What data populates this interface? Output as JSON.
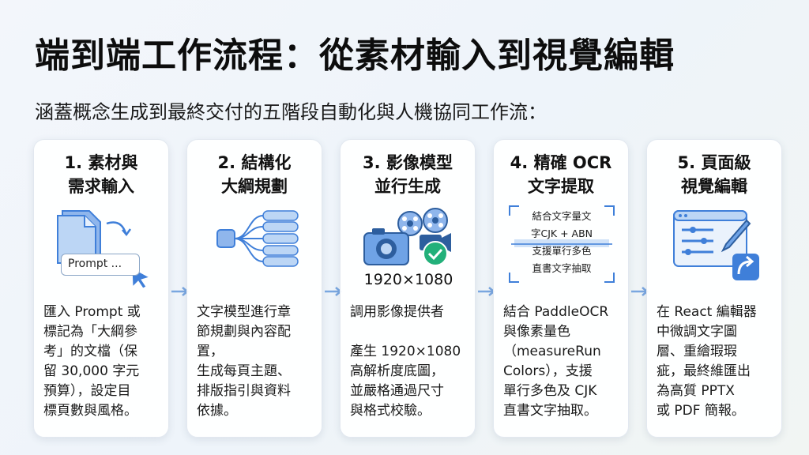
{
  "title": "端到端工作流程：從素材輸入到視覺編輯",
  "subtitle": "涵蓋概念生成到最終交付的五階段自動化與人機協同工作流：",
  "steps": [
    {
      "title_lines": [
        "1. 素材與",
        "需求輸入"
      ],
      "icon": "document-prompt-icon",
      "prompt_text": "Prompt ...",
      "body": "匯入 Prompt 或\n標記為「大綱參\n考」的文檔（保\n留  30,000 字元\n預算），設定目\n標頁數與風格。"
    },
    {
      "title_lines": [
        "2. 結構化",
        "大綱規劃"
      ],
      "icon": "outline-tree-icon",
      "body": "文字模型進行章\n節規劃與內容配\n置，\n生成每頁主題、\n排版指引與資料\n依據。"
    },
    {
      "title_lines": [
        "3. 影像模型",
        "並行生成"
      ],
      "icon": "camera-film-icon",
      "resolution": "1920×1080",
      "body": "調用影像提供者\n\n產生 1920×1080\n高解析度底圖，\n並嚴格通過尺寸\n與格式校驗。"
    },
    {
      "title_lines": [
        "4. 精確 OCR",
        "文字提取"
      ],
      "icon": "ocr-scan-icon",
      "ocr_lines": [
        "結合文字量文",
        "字CJK + ABN",
        "支援單行多色",
        "直書文字抽取"
      ],
      "body": "結合 PaddleOCR\n與像素量色\n（measureRun\nColors），支援\n單行多色及 CJK\n直書文字抽取。"
    },
    {
      "title_lines": [
        "5. 頁面級",
        "視覺編輯"
      ],
      "icon": "editor-export-icon",
      "body": "在 React 編輯器\n中微調文字圖\n層、重繪瑕瑕\n疵，最終維匯出\n為高質 PPTX\n或 PDF 簡報。"
    }
  ],
  "colors": {
    "accent_blue": "#3f7fd9",
    "accent_light": "#bcd6f5",
    "check_green": "#22b07a",
    "arrow": "#7aa7e0"
  }
}
